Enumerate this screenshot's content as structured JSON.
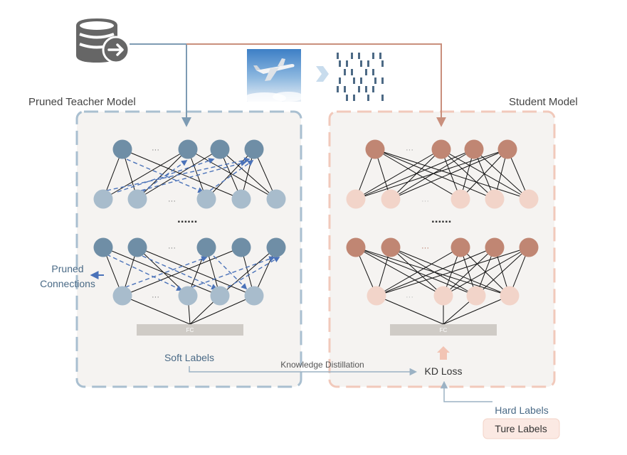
{
  "teacher": {
    "title": "Pruned Teacher Model",
    "fc_label": "FC",
    "output_label": "Soft Labels",
    "pruned_label_line1": "Pruned",
    "pruned_label_line2": "Connections",
    "dots_small": "···",
    "dots_big": "......"
  },
  "student": {
    "title": "Student Model",
    "fc_label": "FC",
    "dots_small": "···",
    "dots_big": "......"
  },
  "distillation": {
    "arrow_label": "Knowledge Distillation",
    "loss_label": "KD Loss",
    "hard_labels": "Hard Labels",
    "true_labels": "Ture Labels"
  },
  "icons": {
    "dataset": "database-arrow-icon",
    "input_image": "airplane-photo",
    "feature_map": "pruned-weight-pattern-icon"
  },
  "colors": {
    "teacher_node_dark": "#6f8ea6",
    "teacher_node_light": "#a8bccc",
    "teacher_frame": "#a9bfd0",
    "teacher_arrow": "#7d9bb3",
    "student_node_dark": "#c08673",
    "student_node_light": "#f2d4c9",
    "student_frame": "#f1c9bb",
    "student_arrow": "#c98f7c",
    "pruned_edge": "#4a72b9",
    "panel_bg": "#f5f3f1",
    "fc_bar": "#cfcbc6"
  }
}
